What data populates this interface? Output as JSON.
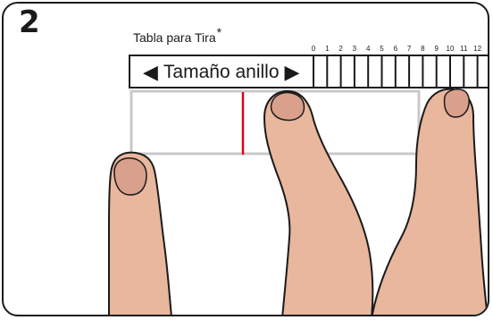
{
  "step_number": "2",
  "title": "Tabla para Tira",
  "title_mark": "*",
  "ruler": {
    "label": "Tamaño anillo",
    "ticks": [
      "0",
      "1",
      "2",
      "3",
      "4",
      "5",
      "6",
      "7",
      "8",
      "9",
      "10",
      "11",
      "12"
    ]
  },
  "colors": {
    "outline": "#1a1a1a",
    "skin": "#e8b79d",
    "skin_shadow": "#c9917a",
    "nail": "#d9a08b",
    "strip_border": "#c8c8c8",
    "marker": "#e0001b"
  }
}
